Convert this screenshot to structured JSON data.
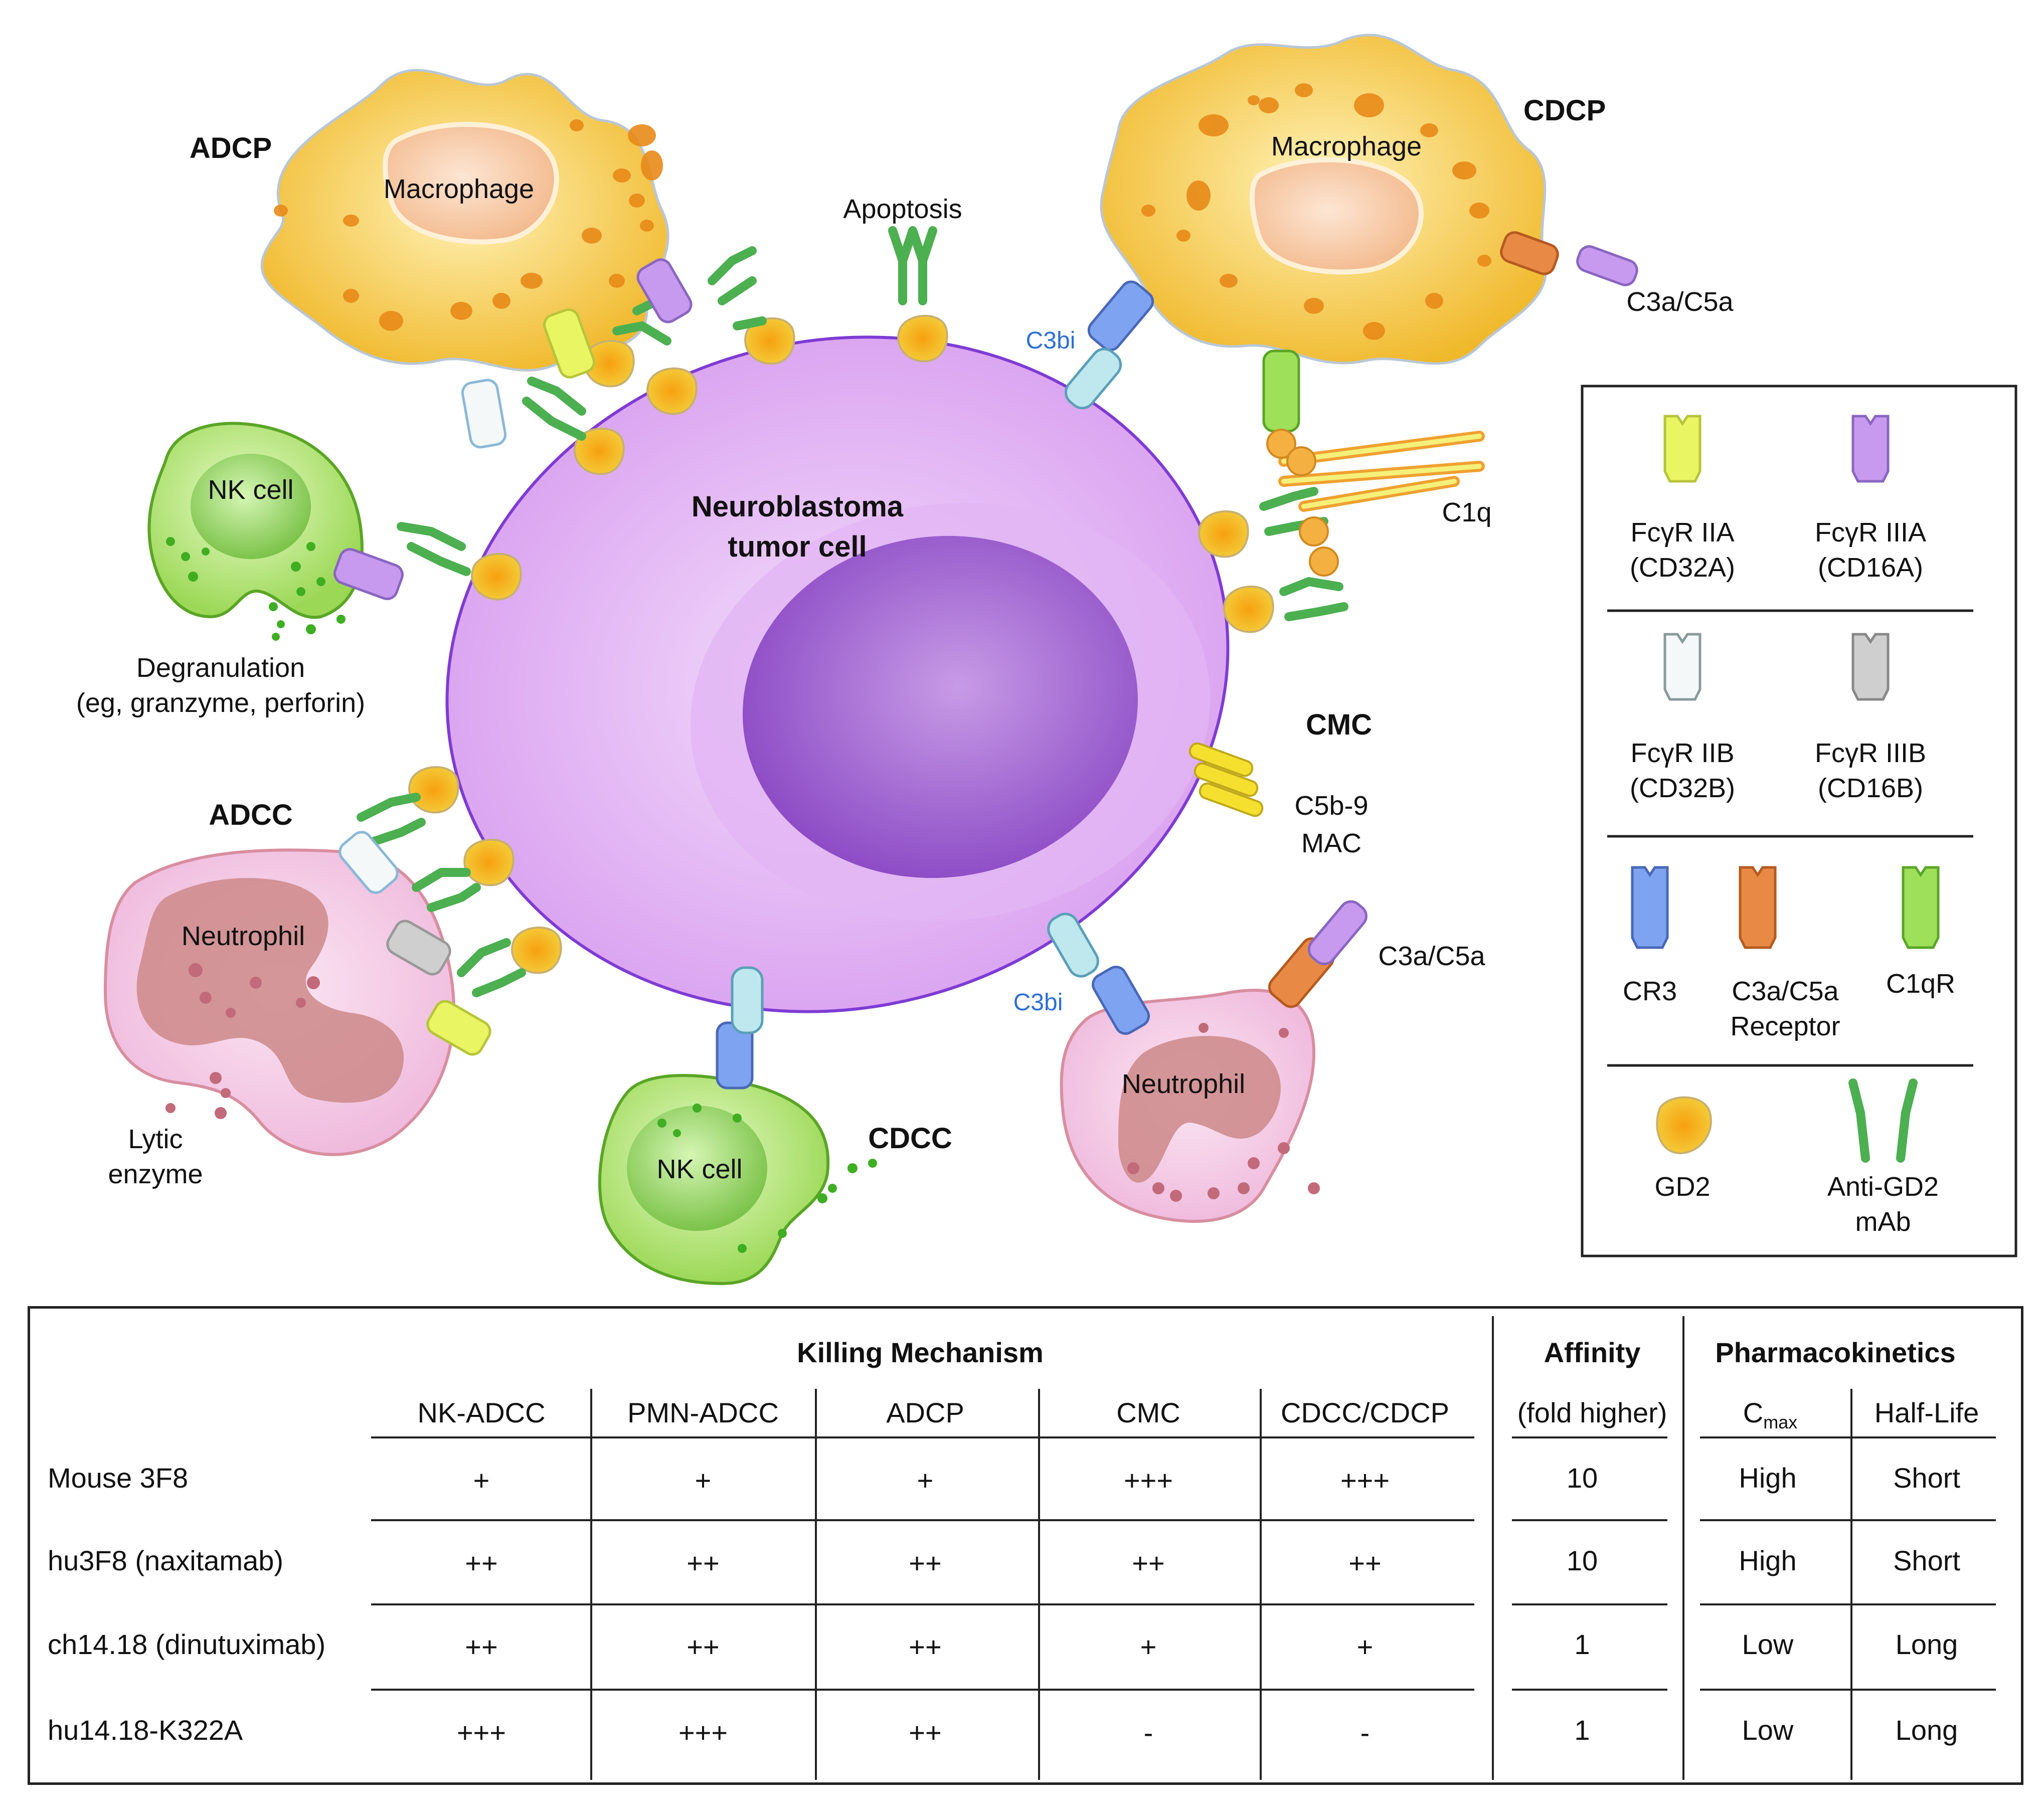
{
  "diagram": {
    "center_cell": [
      "Neuroblastoma",
      "tumor cell"
    ],
    "labels": {
      "adcp": "ADCP",
      "cdcp": "CDCP",
      "adcc": "ADCC",
      "cmc": "CMC",
      "cdcc": "CDCC",
      "macrophage_left": "Macrophage",
      "macrophage_right": "Macrophage",
      "nk_cell_top": "NK cell",
      "nk_cell_bottom": "NK cell",
      "neutrophil_left": "Neutrophil",
      "neutrophil_right": "Neutrophil",
      "apoptosis": "Apoptosis",
      "c3bi_top": "C3bi",
      "c3bi_bottom": "C3bi",
      "c3a_c5a_top": "C3a/C5a",
      "c3a_c5a_bottom": "C3a/C5a",
      "c1q": "C1q",
      "mac_line1": "C5b-9",
      "mac_line2": "MAC",
      "degranulation_line1": "Degranulation",
      "degranulation_line2": "(eg, granzyme, perforin)",
      "lytic_line1": "Lytic",
      "lytic_line2": "enzyme"
    },
    "colors": {
      "tumor": "#d9a6f0",
      "nucleus": "#9b5ad0",
      "macrophage": "#f2c12e",
      "nk": "#a6e36a",
      "neutrophil": "#f3c3e3",
      "antibody": "#5cb85c",
      "gd2": "#f0c020"
    }
  },
  "legend": {
    "items": [
      {
        "name": "FcγR IIA",
        "sub": "(CD32A)",
        "color": "#eaf564"
      },
      {
        "name": "FcγR IIIA",
        "sub": "(CD16A)",
        "color": "#c79af0"
      },
      {
        "name": "FcγR IIB",
        "sub": "(CD32B)",
        "color": "#f4f8f8"
      },
      {
        "name": "FcγR IIIB",
        "sub": "(CD16B)",
        "color": "#cfcfcf"
      },
      {
        "name": "CR3",
        "sub": "",
        "color": "#7ea3f0"
      },
      {
        "name": "C3a/C5a",
        "sub": "Receptor",
        "color": "#e88a45"
      },
      {
        "name": "C1qR",
        "sub": "",
        "color": "#9ee05a"
      },
      {
        "name": "GD2",
        "sub": "",
        "color": "#f0c020"
      },
      {
        "name": "Anti-GD2",
        "sub": "mAb",
        "color": "#5cb85c"
      }
    ]
  },
  "table": {
    "group_headers": {
      "killing": "Killing Mechanism",
      "affinity": "Affinity",
      "pk": "Pharmacokinetics"
    },
    "columns": [
      "NK-ADCC",
      "PMN-ADCC",
      "ADCP",
      "CMC",
      "CDCC/CDCP"
    ],
    "affinity_sub": "(fold higher)",
    "cmax_label": "C",
    "cmax_sub": "max",
    "halflife_label": "Half-Life",
    "rows": [
      {
        "name": "Mouse 3F8",
        "vals": [
          "+",
          "+",
          "+",
          "+++",
          "+++"
        ],
        "affinity": "10",
        "cmax": "High",
        "halflife": "Short"
      },
      {
        "name": "hu3F8 (naxitamab)",
        "vals": [
          "++",
          "++",
          "++",
          "++",
          "++"
        ],
        "affinity": "10",
        "cmax": "High",
        "halflife": "Short"
      },
      {
        "name": "ch14.18 (dinutuximab)",
        "vals": [
          "++",
          "++",
          "++",
          "+",
          "+"
        ],
        "affinity": "1",
        "cmax": "Low",
        "halflife": "Long"
      },
      {
        "name": "hu14.18-K322A",
        "vals": [
          "+++",
          "+++",
          "++",
          "-",
          "-"
        ],
        "affinity": "1",
        "cmax": "Low",
        "halflife": "Long"
      }
    ]
  }
}
